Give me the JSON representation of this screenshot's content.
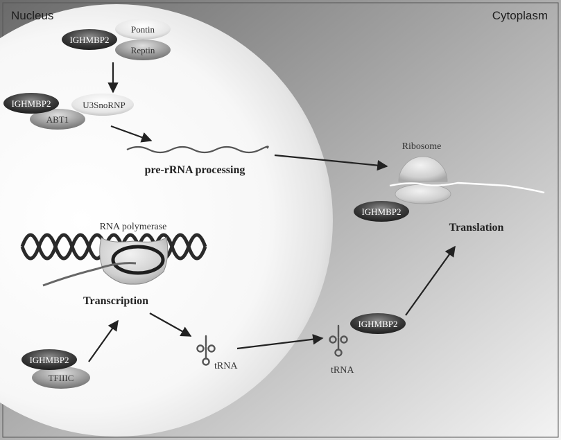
{
  "regions": {
    "nucleus": "Nucleus",
    "cytoplasm": "Cytoplasm"
  },
  "proteins": {
    "ighmbp2": "IGHMBP2",
    "pontin": "Pontin",
    "reptin": "Reptin",
    "u3snornp": "U3SnoRNP",
    "abt1": "ABT1",
    "tfiiic": "TFIIIC"
  },
  "labels": {
    "ribosome": "Ribosome",
    "rna_polymerase": "RNA polymerase",
    "trna": "tRNA"
  },
  "processes": {
    "pre_rrna": "pre-rRNA processing",
    "transcription": "Transcription",
    "translation": "Translation"
  },
  "colors": {
    "dark_protein": "#3a3a3a",
    "light_protein": "#e6e6e6",
    "medium_protein": "#a8a8a8"
  }
}
